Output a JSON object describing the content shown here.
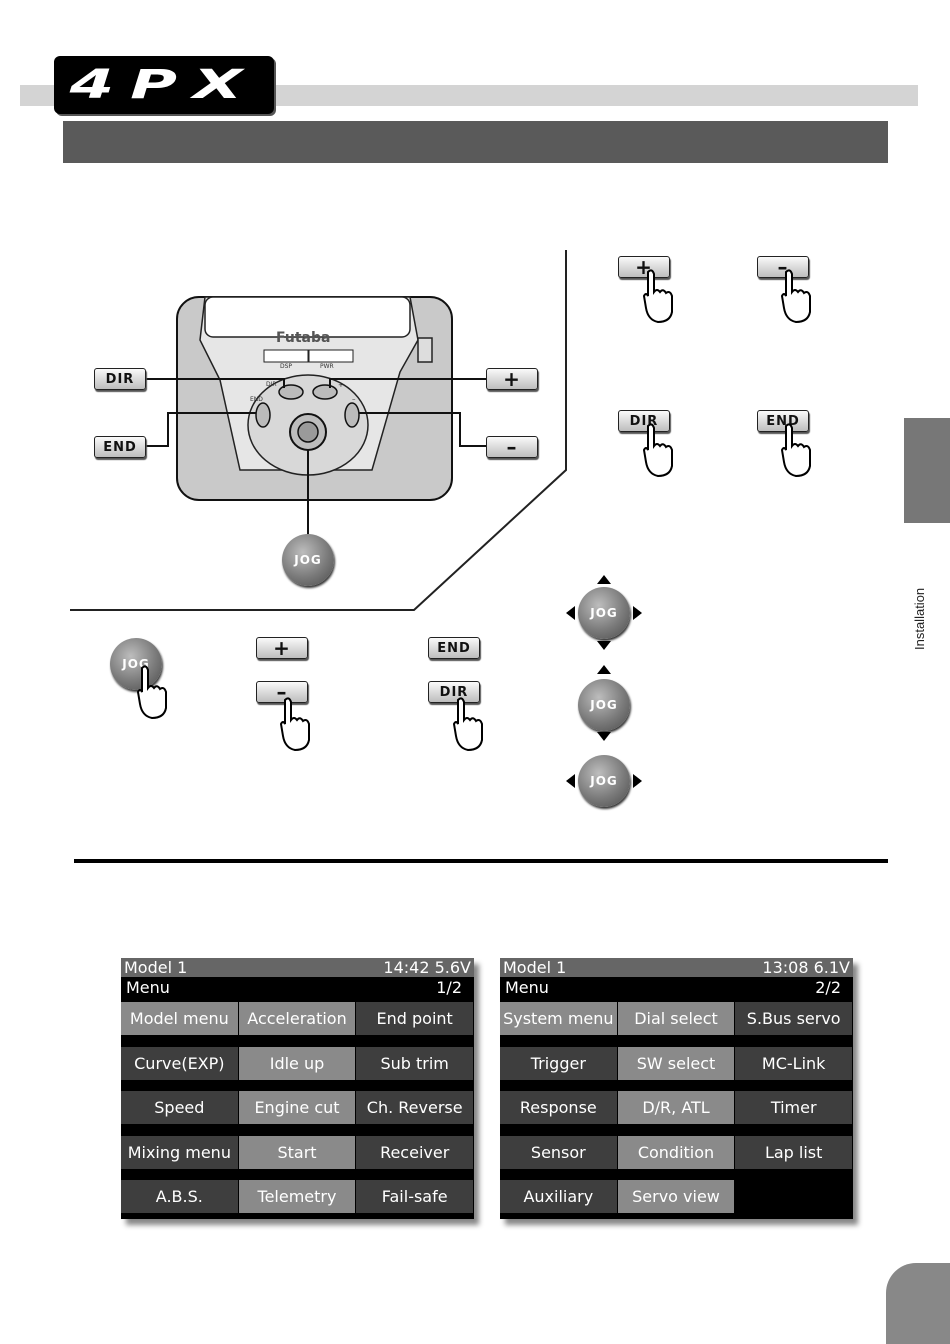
{
  "header": {
    "logo_text": "4PX"
  },
  "sidebar": {
    "label": "Installation"
  },
  "device": {
    "brand": "Futaba",
    "small_labels": [
      "DSP",
      "PWR",
      "DIR",
      "END",
      "+",
      "–"
    ]
  },
  "keys": {
    "dir": "DIR",
    "end": "END",
    "plus": "+",
    "minus": "–",
    "jog": "JOG"
  },
  "screens": [
    {
      "model": "Model 1",
      "status": "14:42 5.6V",
      "menu": "Menu",
      "page": "1/2",
      "rows": [
        [
          {
            "label": "Model menu",
            "style": "light"
          },
          {
            "label": "Acceleration",
            "style": "light"
          },
          {
            "label": "End point",
            "style": "dark"
          }
        ],
        [
          {
            "label": "Curve(EXP)",
            "style": "dark"
          },
          {
            "label": "Idle up",
            "style": "light"
          },
          {
            "label": "Sub trim",
            "style": "dark"
          }
        ],
        [
          {
            "label": "Speed",
            "style": "dark"
          },
          {
            "label": "Engine cut",
            "style": "light"
          },
          {
            "label": "Ch. Reverse",
            "style": "dark"
          }
        ],
        [
          {
            "label": "Mixing menu",
            "style": "dark"
          },
          {
            "label": "Start",
            "style": "light"
          },
          {
            "label": "Receiver",
            "style": "dark"
          }
        ],
        [
          {
            "label": "A.B.S.",
            "style": "dark"
          },
          {
            "label": "Telemetry",
            "style": "light"
          },
          {
            "label": "Fail-safe",
            "style": "dark"
          }
        ]
      ]
    },
    {
      "model": "Model 1",
      "status": "13:08 6.1V",
      "menu": "Menu",
      "page": "2/2",
      "rows": [
        [
          {
            "label": "System menu",
            "style": "light"
          },
          {
            "label": "Dial select",
            "style": "light"
          },
          {
            "label": "S.Bus servo",
            "style": "dark"
          }
        ],
        [
          {
            "label": "Trigger",
            "style": "dark"
          },
          {
            "label": "SW select",
            "style": "light"
          },
          {
            "label": "MC-Link",
            "style": "dark"
          }
        ],
        [
          {
            "label": "Response",
            "style": "dark"
          },
          {
            "label": "D/R, ATL",
            "style": "light"
          },
          {
            "label": "Timer",
            "style": "dark"
          }
        ],
        [
          {
            "label": "Sensor",
            "style": "dark"
          },
          {
            "label": "Condition",
            "style": "light"
          },
          {
            "label": "Lap list",
            "style": "dark"
          }
        ],
        [
          {
            "label": "Auxiliary",
            "style": "dark"
          },
          {
            "label": "Servo view",
            "style": "light"
          },
          {
            "label": "",
            "style": "empty"
          }
        ]
      ]
    }
  ]
}
